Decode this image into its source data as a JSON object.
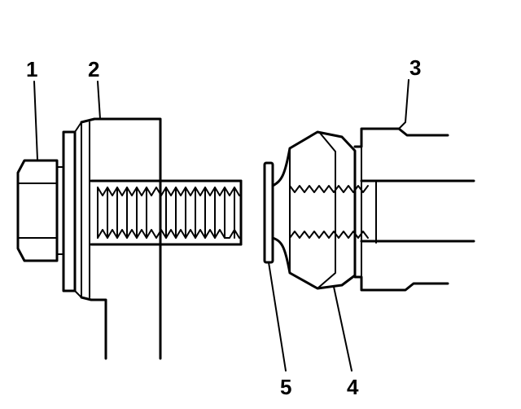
{
  "callouts": [
    {
      "id": "1",
      "label": "1"
    },
    {
      "id": "2",
      "label": "2"
    },
    {
      "id": "3",
      "label": "3"
    },
    {
      "id": "4",
      "label": "4"
    },
    {
      "id": "5",
      "label": "5"
    }
  ],
  "colors": {
    "ink": "#000000",
    "background": "#ffffff"
  }
}
